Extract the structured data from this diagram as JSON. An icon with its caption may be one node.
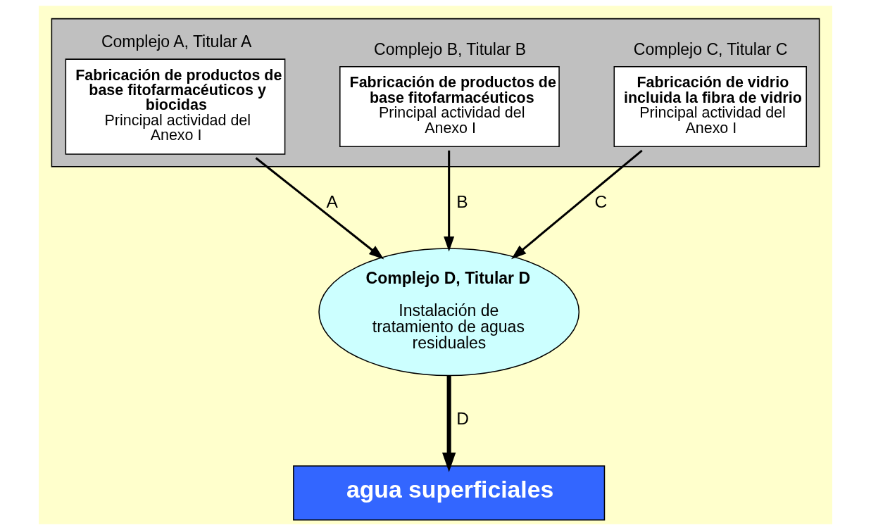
{
  "diagram": {
    "nodes": [
      {
        "text": [],
        "shape": "box"
      },
      {
        "text": [
          "Complejo A, Titular A",
          "Fabricación de productos de base fitofarmacéuticos y biocidas",
          "Principal actividad del Anexo I"
        ],
        "in": 0
      },
      {
        "text": [
          "Complejo B, Titular B",
          "Fabricación de productos de base fitofarmacéuticos",
          "Principal actividad del Anexo I"
        ],
        "in": 0
      },
      {
        "text": [
          "Complejo C, Titular C",
          "Fabricación de vidrio incluida la fibra de vidrio",
          "Principal actividad del Anexo I"
        ],
        "in": 0
      },
      {
        "text": [
          "Complejo D, Titular D",
          "Instalación de tratamiento de aguas residuales"
        ]
      },
      {
        "text": [
          "agua superficiales"
        ]
      }
    ],
    "edges": [
      {
        "from": 1,
        "to": 4,
        "arrow": "to",
        "label": "A"
      },
      {
        "from": 2,
        "to": 4,
        "arrow": "to",
        "label": "B"
      },
      {
        "from": 3,
        "to": 4,
        "arrow": "to",
        "label": "C"
      },
      {
        "from": 4,
        "to": 5,
        "arrow": "to",
        "label": "D",
        "style": "thick"
      }
    ]
  }
}
